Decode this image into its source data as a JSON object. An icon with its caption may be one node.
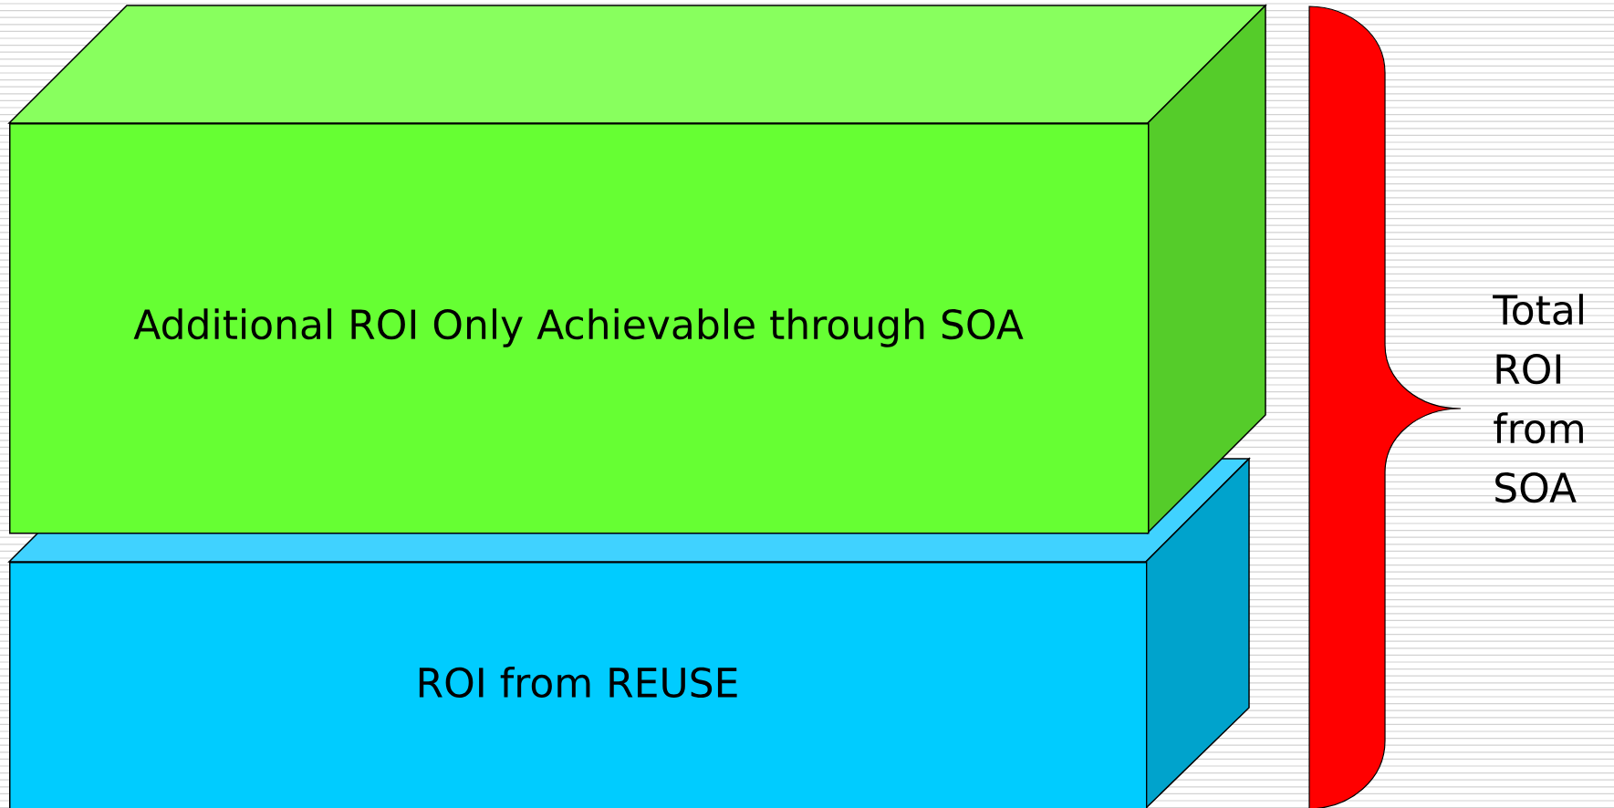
{
  "diagram": {
    "nodes": [
      {
        "text": [
          "Additional ROI Only Achievable through SOA"
        ]
      },
      {
        "text": [
          "ROI from REUSE"
        ]
      }
    ],
    "labels": [
      "Total ROI from SOA"
    ]
  }
}
